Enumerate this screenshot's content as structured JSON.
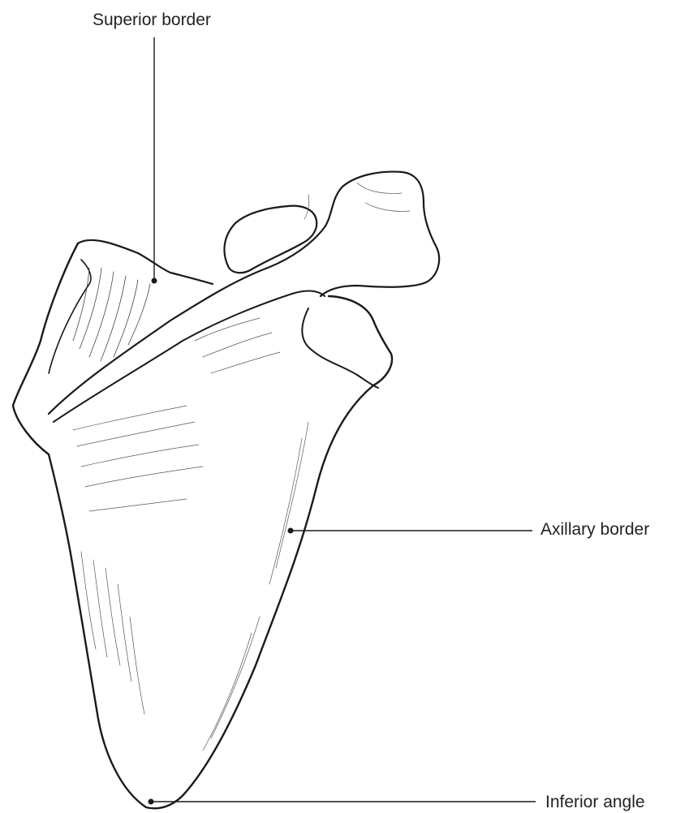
{
  "labels": {
    "superior_border": "Superior border",
    "axillary_border": "Axillary border",
    "inferior_angle": "Inferior angle"
  },
  "colors": {
    "ink": "#222222",
    "background": "#ffffff"
  }
}
